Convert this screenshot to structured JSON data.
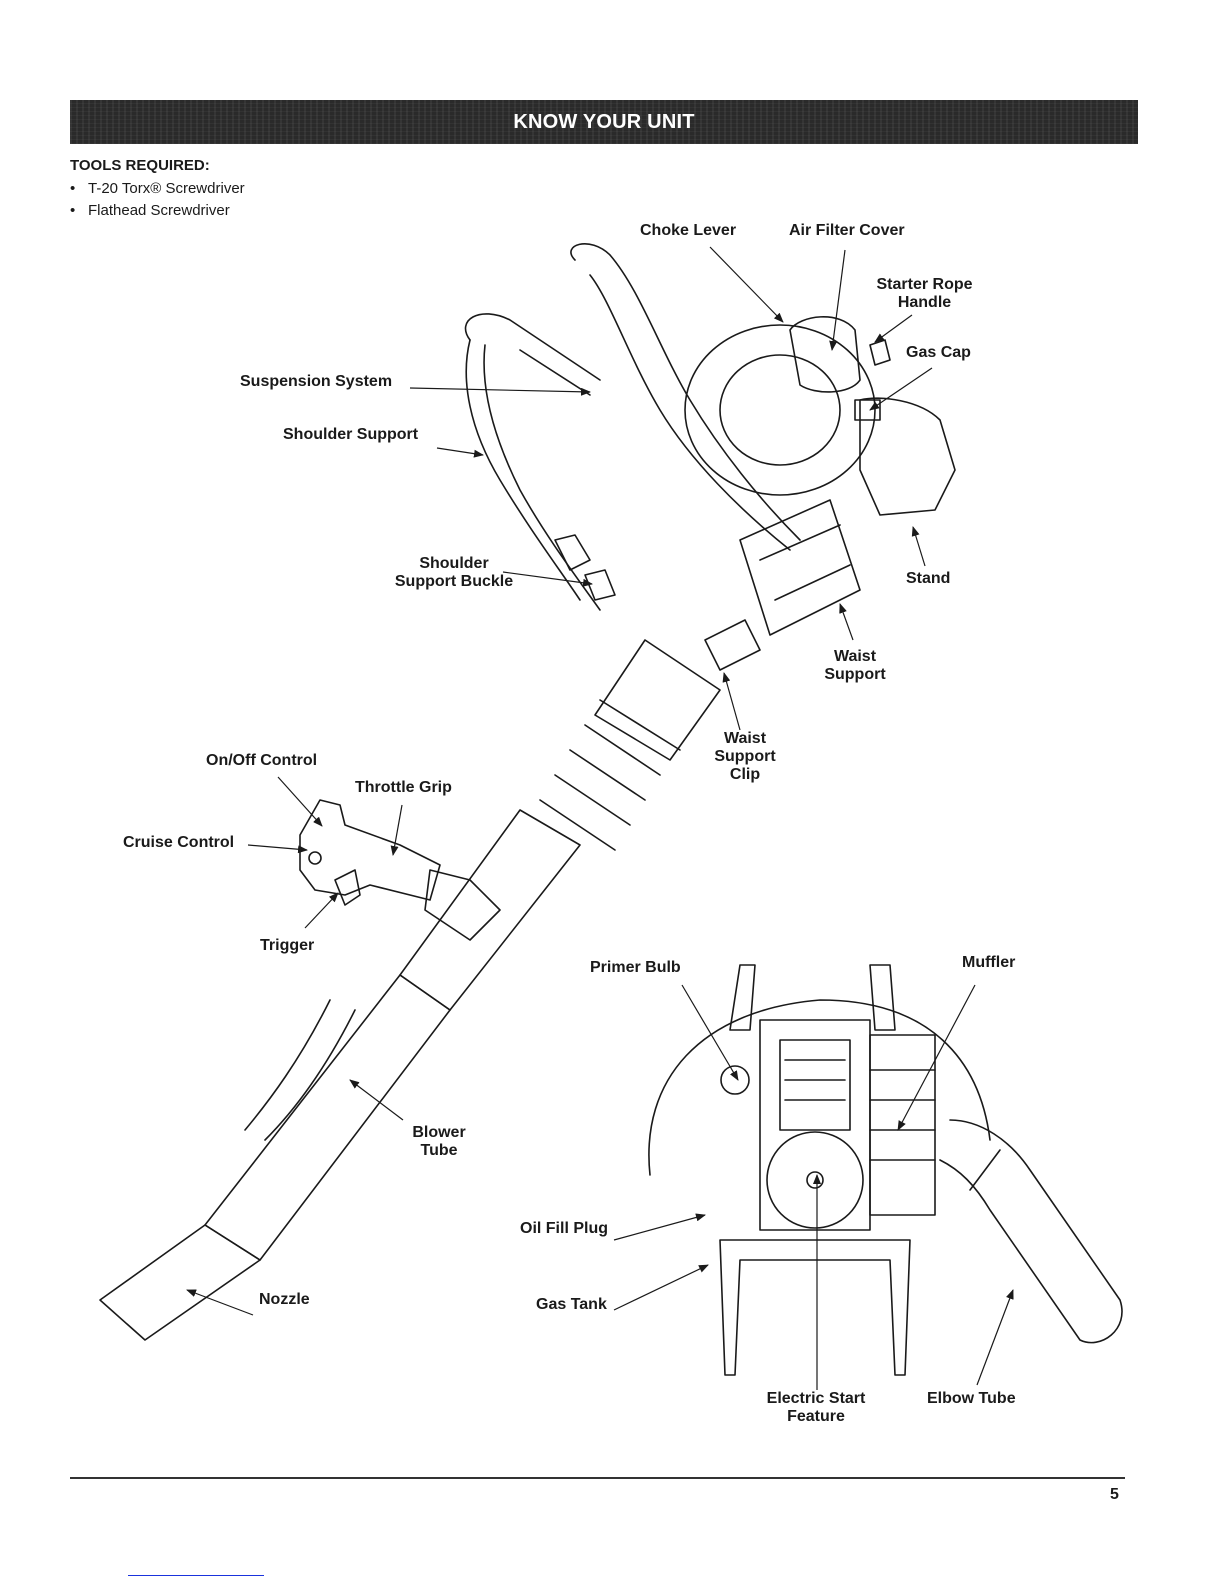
{
  "header": {
    "title": "KNOW YOUR UNIT"
  },
  "tools": {
    "heading": "TOOLS REQUIRED:",
    "bullet": "•",
    "items": [
      "T-20 Torx® Screwdriver",
      "Flathead Screwdriver"
    ]
  },
  "callouts": {
    "choke_lever": "Choke Lever",
    "air_filter_cover": "Air Filter Cover",
    "starter_rope_handle_1": "Starter Rope",
    "starter_rope_handle_2": "Handle",
    "gas_cap": "Gas Cap",
    "suspension_system": "Suspension System",
    "shoulder_support": "Shoulder Support",
    "shoulder_support_buckle_1": "Shoulder",
    "shoulder_support_buckle_2": "Support Buckle",
    "stand": "Stand",
    "waist_support_1": "Waist",
    "waist_support_2": "Support",
    "waist_support_clip_1": "Waist",
    "waist_support_clip_2": "Support",
    "waist_support_clip_3": "Clip",
    "on_off_control": "On/Off Control",
    "throttle_grip": "Throttle Grip",
    "cruise_control": "Cruise Control",
    "trigger": "Trigger",
    "blower_tube_1": "Blower",
    "blower_tube_2": "Tube",
    "nozzle": "Nozzle",
    "primer_bulb": "Primer Bulb",
    "muffler": "Muffler",
    "oil_fill_plug": "Oil Fill Plug",
    "gas_tank": "Gas Tank",
    "electric_start_1": "Electric Start",
    "electric_start_2": "Feature",
    "elbow_tube": "Elbow Tube"
  },
  "footer": {
    "page_number": "5"
  }
}
